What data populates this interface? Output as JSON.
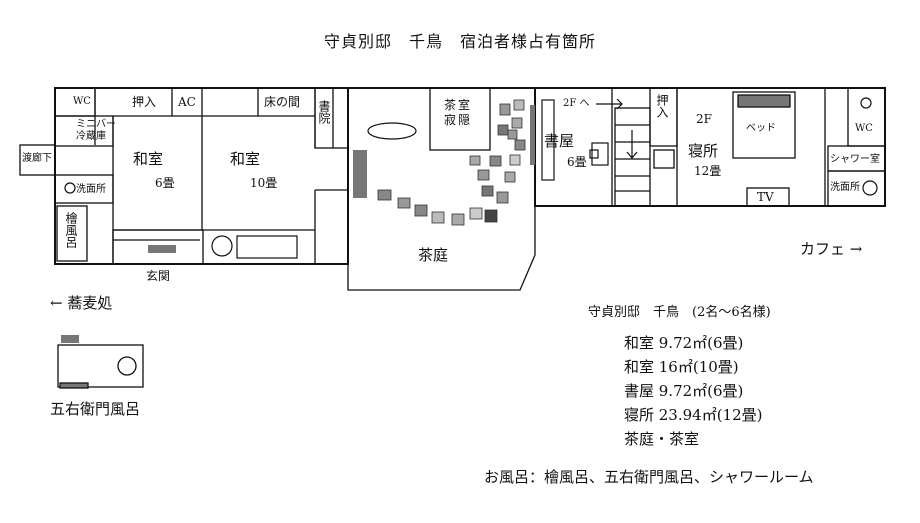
{
  "title": "守貞別邸　千鳥　宿泊者様占有箇所",
  "rooms": {
    "corridor": "渡廊下",
    "wc_left": "WC",
    "minibar": "ミニバー冷蔵庫",
    "closet": "押入",
    "ac": "AC",
    "alcove": "床の間",
    "shoin": "書院",
    "washroom_left": "洗面所",
    "hinoki": "檜風呂",
    "washitsu1": "和室",
    "washitsu1_size": "6畳",
    "washitsu2": "和室",
    "washitsu2_size": "10畳",
    "entrance": "玄関",
    "chashitsu": "茶室寂隠",
    "chatei": "茶庭",
    "shooku": "書屋",
    "shooku_size": "6畳",
    "to_2f": "2F へ",
    "closet_right": "押入",
    "floor_2f": "2F",
    "shinjo": "寝所",
    "shinjo_size": "12畳",
    "bed": "ベッド",
    "tv": "TV",
    "wc_right": "WC",
    "shower": "シャワー室",
    "washroom_right": "洗面所"
  },
  "directions": {
    "cafe": "カフェ →",
    "soba": "← 蕎麦処"
  },
  "goemon_label": "五右衛門風呂",
  "info": {
    "heading": "守貞別邸　千鳥　(2名～6名様)",
    "lines": [
      "和室 9.72㎡(6畳)",
      "和室 16㎡(10畳)",
      "書屋 9.72㎡(6畳)",
      "寝所 23.94㎡(12畳)",
      "茶庭・茶室"
    ],
    "bath": "お風呂：檜風呂、五右衛門風呂、シャワールーム"
  }
}
